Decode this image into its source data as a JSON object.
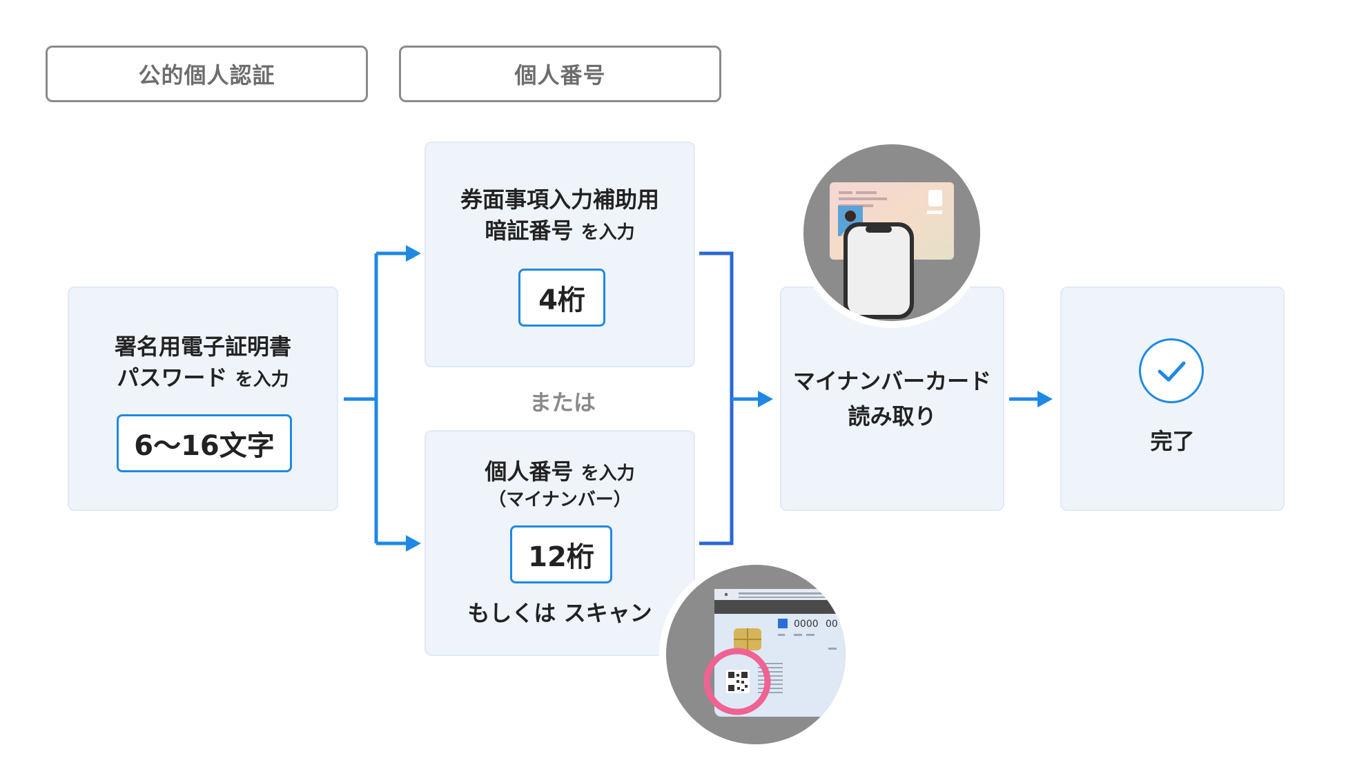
{
  "tabs": {
    "public_auth": "公的個人認証",
    "personal_number": "個人番号"
  },
  "signature_box": {
    "line1": "署名用電子証明書",
    "line2": "パスワード",
    "suffix": "を入力",
    "value": "6～16文字"
  },
  "pin_box": {
    "line1": "券面事項入力補助用",
    "line2": "暗証番号",
    "suffix": "を入力",
    "value": "4桁"
  },
  "or_label": "または",
  "number_box": {
    "line1": "個人番号",
    "suffix": "を入力",
    "sub": "（マイナンバー）",
    "value": "12桁",
    "scan": "もしくは スキャン"
  },
  "read_box": {
    "line1": "マイナンバーカード",
    "line2": "読み取り"
  },
  "done_box": {
    "label": "完了"
  },
  "card_text": {
    "number": "0000",
    "number_partial": "00"
  },
  "colors": {
    "accent": "#1e88e5",
    "box_bg": "#eef4fa",
    "circle_gray": "#8c8c8c",
    "highlight": "#f06292"
  }
}
